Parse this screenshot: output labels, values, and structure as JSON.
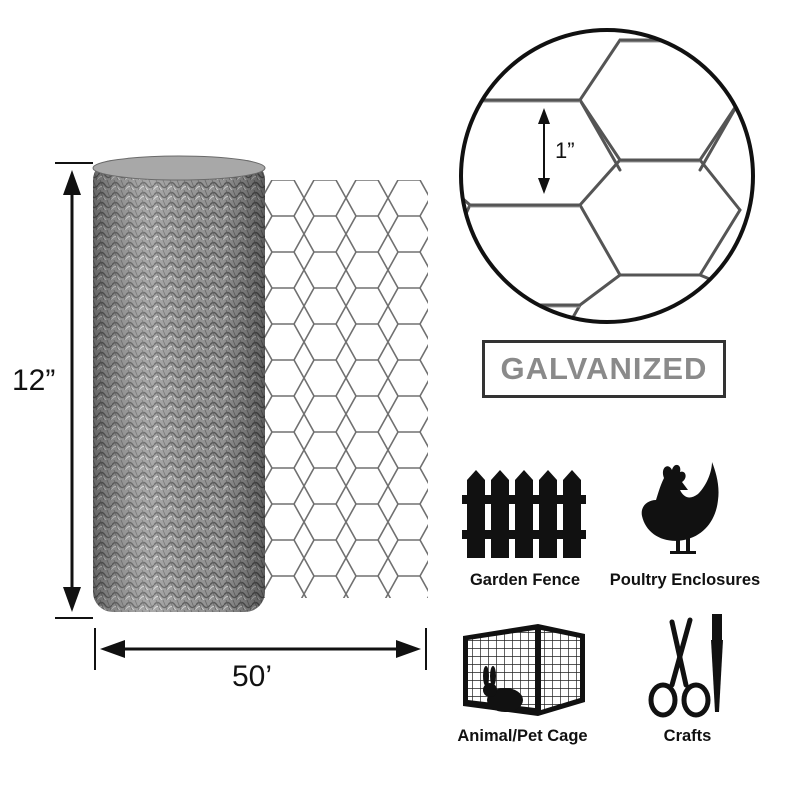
{
  "dimensions": {
    "height_label": "12”",
    "length_label": "50’",
    "mesh_label": "1”"
  },
  "material_badge": "GALVANIZED",
  "uses": [
    {
      "label": "Garden Fence",
      "icon": "picket-fence-icon"
    },
    {
      "label": "Poultry Enclosures",
      "icon": "chicken-icon"
    },
    {
      "label": "Animal/Pet Cage",
      "icon": "rabbit-cage-icon"
    },
    {
      "label": "Crafts",
      "icon": "scissors-awl-icon"
    }
  ],
  "colors": {
    "text": "#111111",
    "badge_text": "#8a8a8a",
    "wire": "#6e6e6e"
  }
}
